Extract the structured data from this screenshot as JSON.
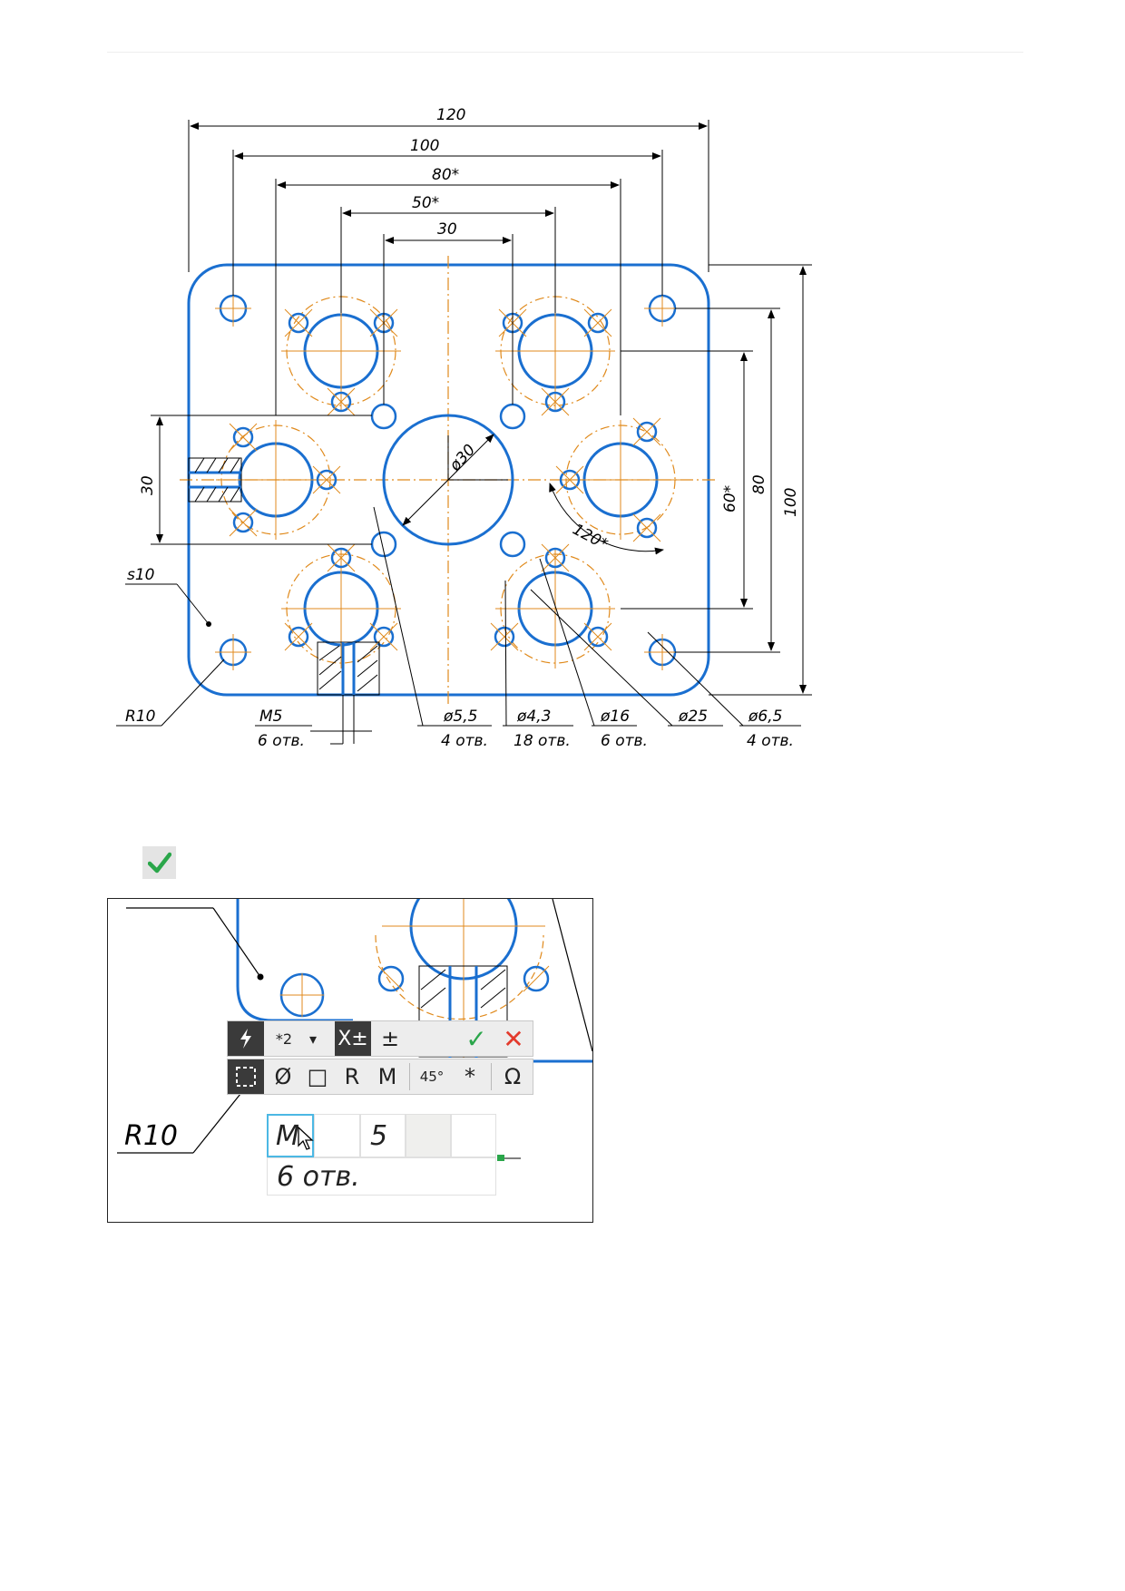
{
  "drawing": {
    "dimensions": {
      "d120": "120",
      "d100": "100",
      "d80": "80*",
      "d50": "50*",
      "d30": "30",
      "v30": "30",
      "v60": "60*",
      "v80": "80",
      "v100": "100",
      "phi30": "ø30",
      "angle": "120*"
    },
    "leaders": {
      "s10": "s10",
      "r10": "R10",
      "m5_top": "M5",
      "m5_bottom": "6 отв.",
      "phi55_top": "ø5,5",
      "phi55_bottom": "4 отв.",
      "phi43_top": "ø4,3",
      "phi43_bottom": "18 отв.",
      "phi16_top": "ø16",
      "phi16_bottom": "6 отв.",
      "phi25_top": "ø25",
      "phi65_top": "ø6,5",
      "phi65_bottom": "4 отв."
    },
    "colors": {
      "outline": "#1a6fd0",
      "centerline": "#e08a1c",
      "dimension": "#000000"
    }
  },
  "apply_button": {
    "icon": "checkmark-icon",
    "color": "#2aa64a"
  },
  "zoom": {
    "r10_label": "R10",
    "toolbar": {
      "row1": {
        "lightning": "lightning-icon",
        "size_value": "*2",
        "dropdown": "▾",
        "superscript": "X±",
        "plusminus": "±",
        "ok": "✓",
        "cancel": "✕"
      },
      "row2": {
        "frame": "frame-icon",
        "diameter": "Ø",
        "square": "□",
        "radius": "R",
        "metric": "M",
        "chamfer": "45°",
        "star": "*",
        "omega": "Ω"
      }
    },
    "text_cells": {
      "prefix": "M",
      "value": "5",
      "second_line": "6 отв."
    }
  }
}
